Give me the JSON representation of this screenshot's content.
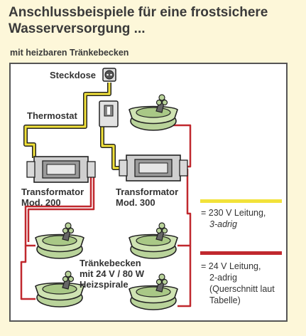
{
  "title_line1": "Anschlussbeispiele für eine frostsichere",
  "title_line2": "Wasserversorgung ...",
  "subtitle": "mit heizbaren Tränkebecken",
  "labels": {
    "steckdose": "Steckdose",
    "thermostat": "Thermostat",
    "transformator1_line1": "Transformator",
    "transformator1_line2": "Mod. 200",
    "transformator2_line1": "Transformator",
    "transformator2_line2": "Mod. 300",
    "becken_line1": "Tränkebecken",
    "becken_line2": "mit 24 V / 80 W",
    "becken_line3": "Heizspirale"
  },
  "legend": {
    "yellow_line1": "= 230 V Leitung,",
    "yellow_line2": "3-adrig",
    "red_line1": "= 24 V Leitung,",
    "red_line2": "2-adrig",
    "red_line3": "(Querschnitt laut",
    "red_line4": "Tabelle)"
  },
  "colors": {
    "cable_230v": "#f2e23a",
    "cable_24v": "#c0282e",
    "bowl": "#b9d39a",
    "transformer": "#bdbdbd"
  }
}
